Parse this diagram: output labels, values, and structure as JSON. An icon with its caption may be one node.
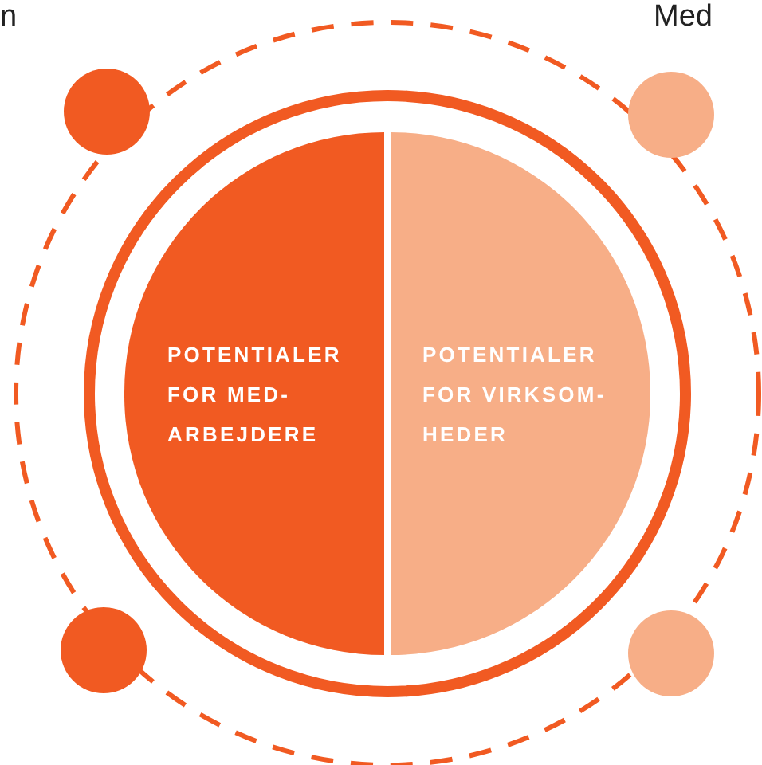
{
  "diagram": {
    "nodes": [
      {
        "text": [
          "POTENTIALER FOR MED- ARBEJDERE"
        ]
      },
      {
        "text": [
          "POTENTIALER FOR VIRKSOM- HEDER"
        ]
      },
      {
        "text": [],
        "shape": "circle"
      },
      {
        "text": [],
        "shape": "circle"
      },
      {
        "text": [],
        "shape": "circle"
      },
      {
        "text": [],
        "shape": "circle"
      }
    ],
    "labels": [
      "n",
      "Med"
    ]
  }
}
